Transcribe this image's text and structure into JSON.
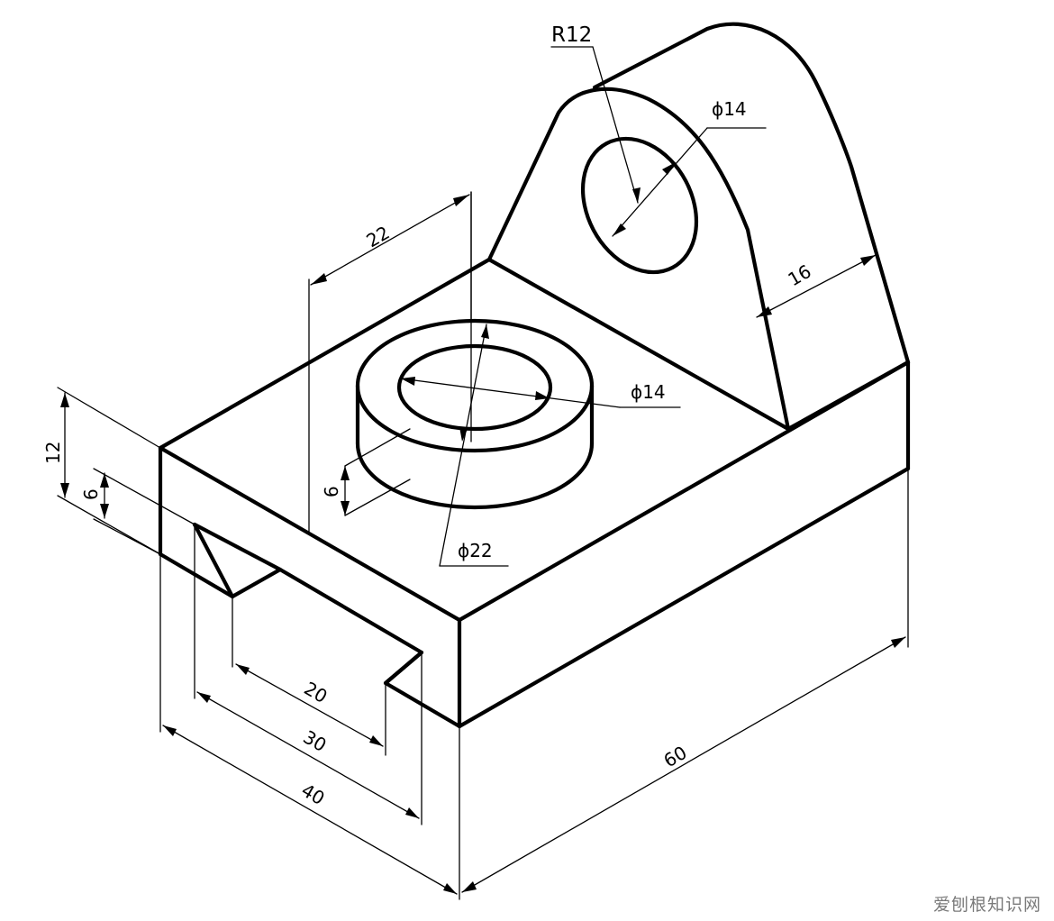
{
  "dimensions": {
    "r12": "R12",
    "hole_dia": "ϕ14",
    "bore_dia": "ϕ14",
    "boss_dia": "ϕ22",
    "boss_height": "6",
    "base_height": "12",
    "slot_depth": "6",
    "boss_offset": "22",
    "ear_thickness": "16",
    "slot_width": "20",
    "slot_outer": "30",
    "base_width": "40",
    "base_length": "60"
  },
  "watermark": "爱刨根知识网"
}
